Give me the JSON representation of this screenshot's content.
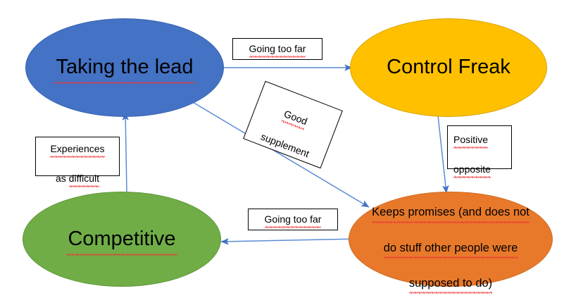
{
  "diagram": {
    "title": "Taking the lead behaviour cycle",
    "background": "#ffffff",
    "arrow_color": "#4472C4",
    "nodes": [
      {
        "id": "taking-the-lead",
        "label": "Taking the lead",
        "fill": "#4472C4",
        "stroke": "#3764b0",
        "shape": "ellipse",
        "spellcheck_underline": true
      },
      {
        "id": "control-freak",
        "label": "Control Freak",
        "fill": "#FFC000",
        "stroke": "#d9a400",
        "shape": "ellipse",
        "spellcheck_underline": false
      },
      {
        "id": "competitive",
        "label": "Competitive",
        "fill": "#70AD47",
        "stroke": "#5f9639",
        "shape": "ellipse",
        "spellcheck_underline": true
      },
      {
        "id": "keeps-promises",
        "label": "Keeps promises (and does not\ndo stuff other people were\nsupposed to do)",
        "line1": "Keeps promises (and does not",
        "line2": "do stuff other people were",
        "line3": "supposed to do)",
        "fill": "#E8792B",
        "stroke": "#cf6a20",
        "shape": "ellipse",
        "spellcheck_underline": true
      }
    ],
    "edges": [
      {
        "id": "taking-the-lead-to-control-freak",
        "from": "taking-the-lead",
        "to": "control-freak",
        "label": "Going too far",
        "direction": "right"
      },
      {
        "id": "control-freak-to-keeps-promises",
        "from": "control-freak",
        "to": "keeps-promises",
        "label": "Positive\nopposite",
        "label_line1": "Positive",
        "label_line2": "opposite",
        "direction": "down"
      },
      {
        "id": "keeps-promises-to-competitive",
        "from": "keeps-promises",
        "to": "competitive",
        "label": "Going too far",
        "direction": "left"
      },
      {
        "id": "competitive-to-taking-the-lead",
        "from": "competitive",
        "to": "taking-the-lead",
        "label": "Experiences\nas difficult",
        "label_line1": "Experiences",
        "label_line2": "as difficult",
        "direction": "up"
      },
      {
        "id": "taking-the-lead-to-keeps-promises",
        "from": "taking-the-lead",
        "to": "keeps-promises",
        "label": "Good\nsupplement",
        "label_line1": "Good",
        "label_line2": "supplement",
        "direction": "diagonal-down-right",
        "label_rotation_deg": 21
      }
    ]
  }
}
